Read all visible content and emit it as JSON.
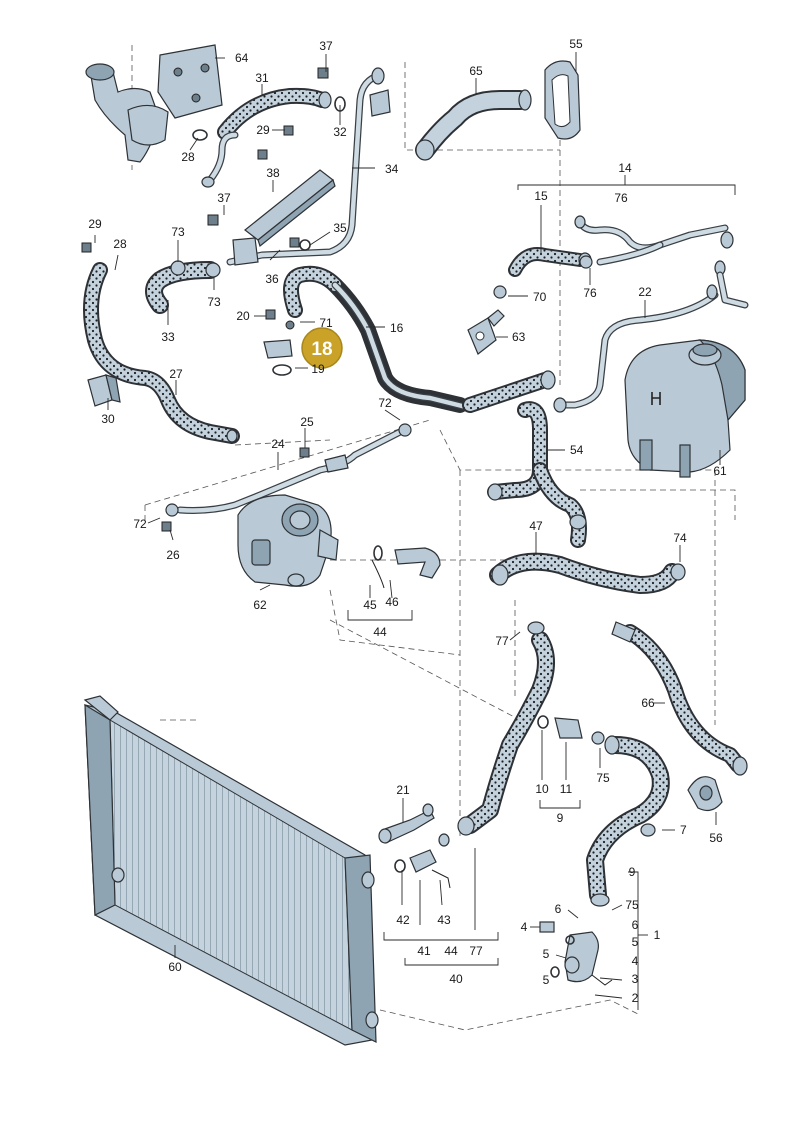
{
  "colors": {
    "part_fill": "#b9cad6",
    "part_dark": "#8fa4b3",
    "outline": "#2e3236",
    "highlight_badge": "#c9a227",
    "background": "#ffffff"
  },
  "highlight": {
    "label": "18"
  },
  "callouts": [
    {
      "id": "64",
      "text": "64"
    },
    {
      "id": "37a",
      "text": "37"
    },
    {
      "id": "55",
      "text": "55"
    },
    {
      "id": "31",
      "text": "31"
    },
    {
      "id": "65",
      "text": "65"
    },
    {
      "id": "29a",
      "text": "29"
    },
    {
      "id": "32",
      "text": "32"
    },
    {
      "id": "28a",
      "text": "28"
    },
    {
      "id": "34",
      "text": "34"
    },
    {
      "id": "38",
      "text": "38"
    },
    {
      "id": "14",
      "text": "14"
    },
    {
      "id": "76a",
      "text": "76"
    },
    {
      "id": "15",
      "text": "15"
    },
    {
      "id": "37b",
      "text": "37"
    },
    {
      "id": "35",
      "text": "35"
    },
    {
      "id": "29b",
      "text": "29"
    },
    {
      "id": "28b",
      "text": "28"
    },
    {
      "id": "73a",
      "text": "73"
    },
    {
      "id": "36",
      "text": "36"
    },
    {
      "id": "73b",
      "text": "73"
    },
    {
      "id": "76b",
      "text": "76"
    },
    {
      "id": "70",
      "text": "70"
    },
    {
      "id": "22",
      "text": "22"
    },
    {
      "id": "20",
      "text": "20"
    },
    {
      "id": "71",
      "text": "71"
    },
    {
      "id": "16",
      "text": "16"
    },
    {
      "id": "33",
      "text": "33"
    },
    {
      "id": "63",
      "text": "63"
    },
    {
      "id": "19",
      "text": "19"
    },
    {
      "id": "27",
      "text": "27"
    },
    {
      "id": "30",
      "text": "30"
    },
    {
      "id": "72a",
      "text": "72"
    },
    {
      "id": "25",
      "text": "25"
    },
    {
      "id": "54",
      "text": "54"
    },
    {
      "id": "61",
      "text": "61"
    },
    {
      "id": "24",
      "text": "24"
    },
    {
      "id": "72b",
      "text": "72"
    },
    {
      "id": "26",
      "text": "26"
    },
    {
      "id": "47",
      "text": "47"
    },
    {
      "id": "74",
      "text": "74"
    },
    {
      "id": "62",
      "text": "62"
    },
    {
      "id": "45",
      "text": "45"
    },
    {
      "id": "46",
      "text": "46"
    },
    {
      "id": "44a",
      "text": "44"
    },
    {
      "id": "77a",
      "text": "77"
    },
    {
      "id": "66",
      "text": "66"
    },
    {
      "id": "10",
      "text": "10"
    },
    {
      "id": "11",
      "text": "11"
    },
    {
      "id": "75a",
      "text": "75"
    },
    {
      "id": "21",
      "text": "21"
    },
    {
      "id": "9a",
      "text": "9"
    },
    {
      "id": "7",
      "text": "7"
    },
    {
      "id": "56",
      "text": "56"
    },
    {
      "id": "9b",
      "text": "9"
    },
    {
      "id": "6",
      "text": "6"
    },
    {
      "id": "75b",
      "text": "75"
    },
    {
      "id": "4",
      "text": "4"
    },
    {
      "id": "5a",
      "text": "5"
    },
    {
      "id": "1",
      "text": "1"
    },
    {
      "id": "6b",
      "text": "6"
    },
    {
      "id": "5b",
      "text": "5"
    },
    {
      "id": "4b",
      "text": "4"
    },
    {
      "id": "3",
      "text": "3"
    },
    {
      "id": "5c",
      "text": "5"
    },
    {
      "id": "2",
      "text": "2"
    },
    {
      "id": "42",
      "text": "42"
    },
    {
      "id": "43",
      "text": "43"
    },
    {
      "id": "41",
      "text": "41"
    },
    {
      "id": "44b",
      "text": "44"
    },
    {
      "id": "77b",
      "text": "77"
    },
    {
      "id": "40",
      "text": "40"
    },
    {
      "id": "60",
      "text": "60"
    }
  ]
}
